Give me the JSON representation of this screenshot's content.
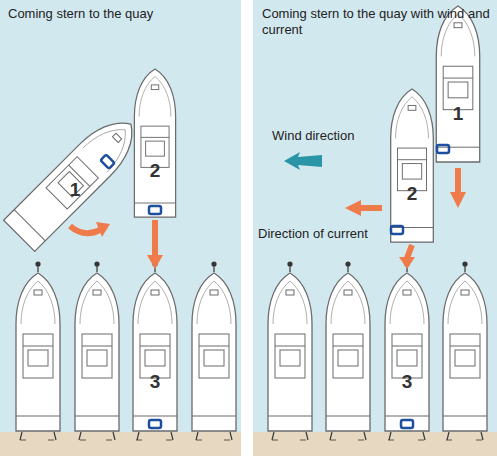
{
  "diagram": {
    "nodes": [
      {
        "text": [
          "1"
        ]
      },
      {
        "text": [
          "2"
        ]
      },
      {
        "text": [
          "3"
        ]
      },
      {
        "text": [
          "1"
        ]
      },
      {
        "text": [
          "2"
        ]
      },
      {
        "text": [
          "3"
        ]
      }
    ],
    "edges": [
      {
        "from": 1,
        "to": 2,
        "arrow": "to"
      },
      {
        "from": 4,
        "to": 5,
        "arrow": "to"
      }
    ],
    "labels": [
      "Coming stern to the quay",
      "Coming stern to the quay with wind and current",
      "Wind direction",
      "Direction of current"
    ]
  }
}
